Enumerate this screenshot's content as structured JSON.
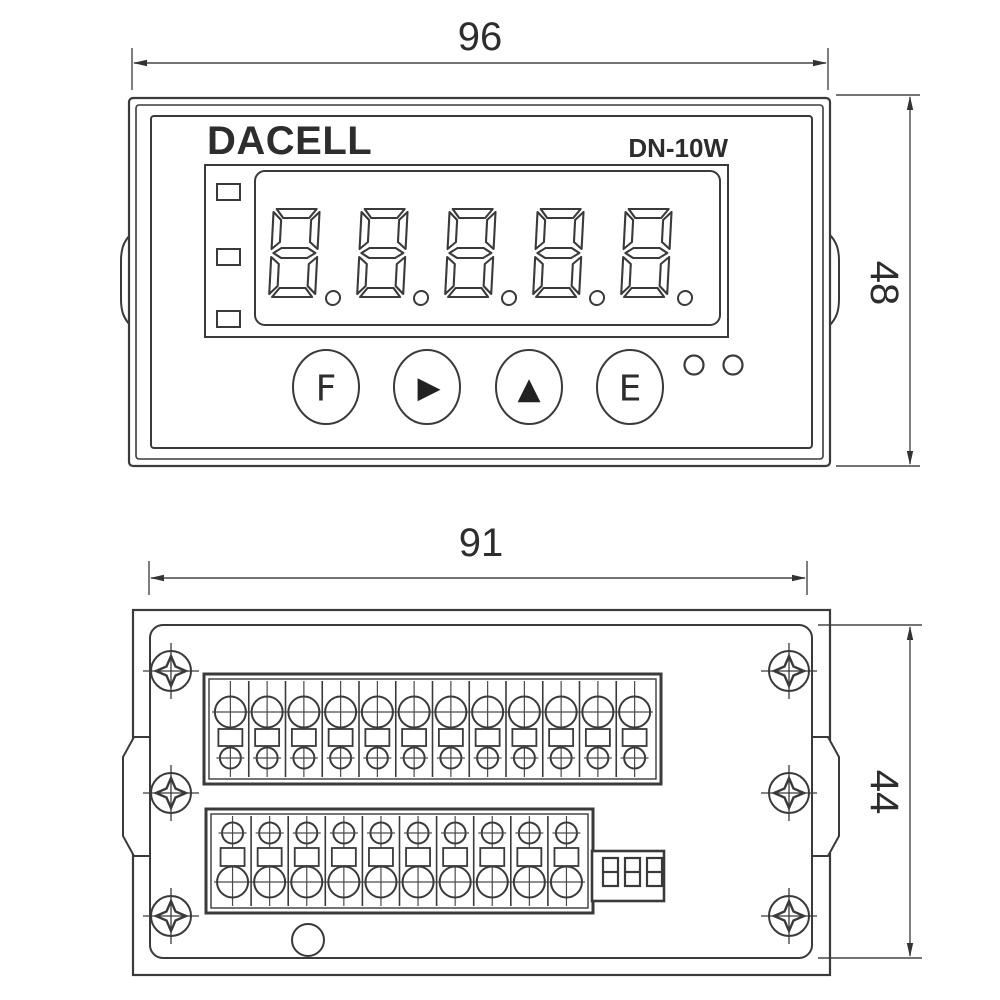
{
  "diagram": {
    "line_color": "#3a3a3a",
    "background": "#ffffff",
    "front_view": {
      "brand": "DACELL",
      "model": "DN-10W",
      "width_dim": "96",
      "height_dim": "48",
      "display": {
        "value": "8.8.8.8.8.",
        "digit_count": 5,
        "status_led_count": 3
      },
      "buttons": [
        {
          "label": "F"
        },
        {
          "label": "▶"
        },
        {
          "label": "▲"
        },
        {
          "label": "E"
        }
      ],
      "indicator_led_count": 2
    },
    "rear_view": {
      "width_dim": "91",
      "height_dim": "44",
      "terminal_blocks": [
        {
          "name": "upper-terminal-block",
          "terminal_count": 12
        },
        {
          "name": "lower-terminal-block",
          "terminal_count": 10
        }
      ],
      "dip_switch": {
        "positions": 3
      },
      "screw_count": 6,
      "hole_count": 1
    }
  }
}
